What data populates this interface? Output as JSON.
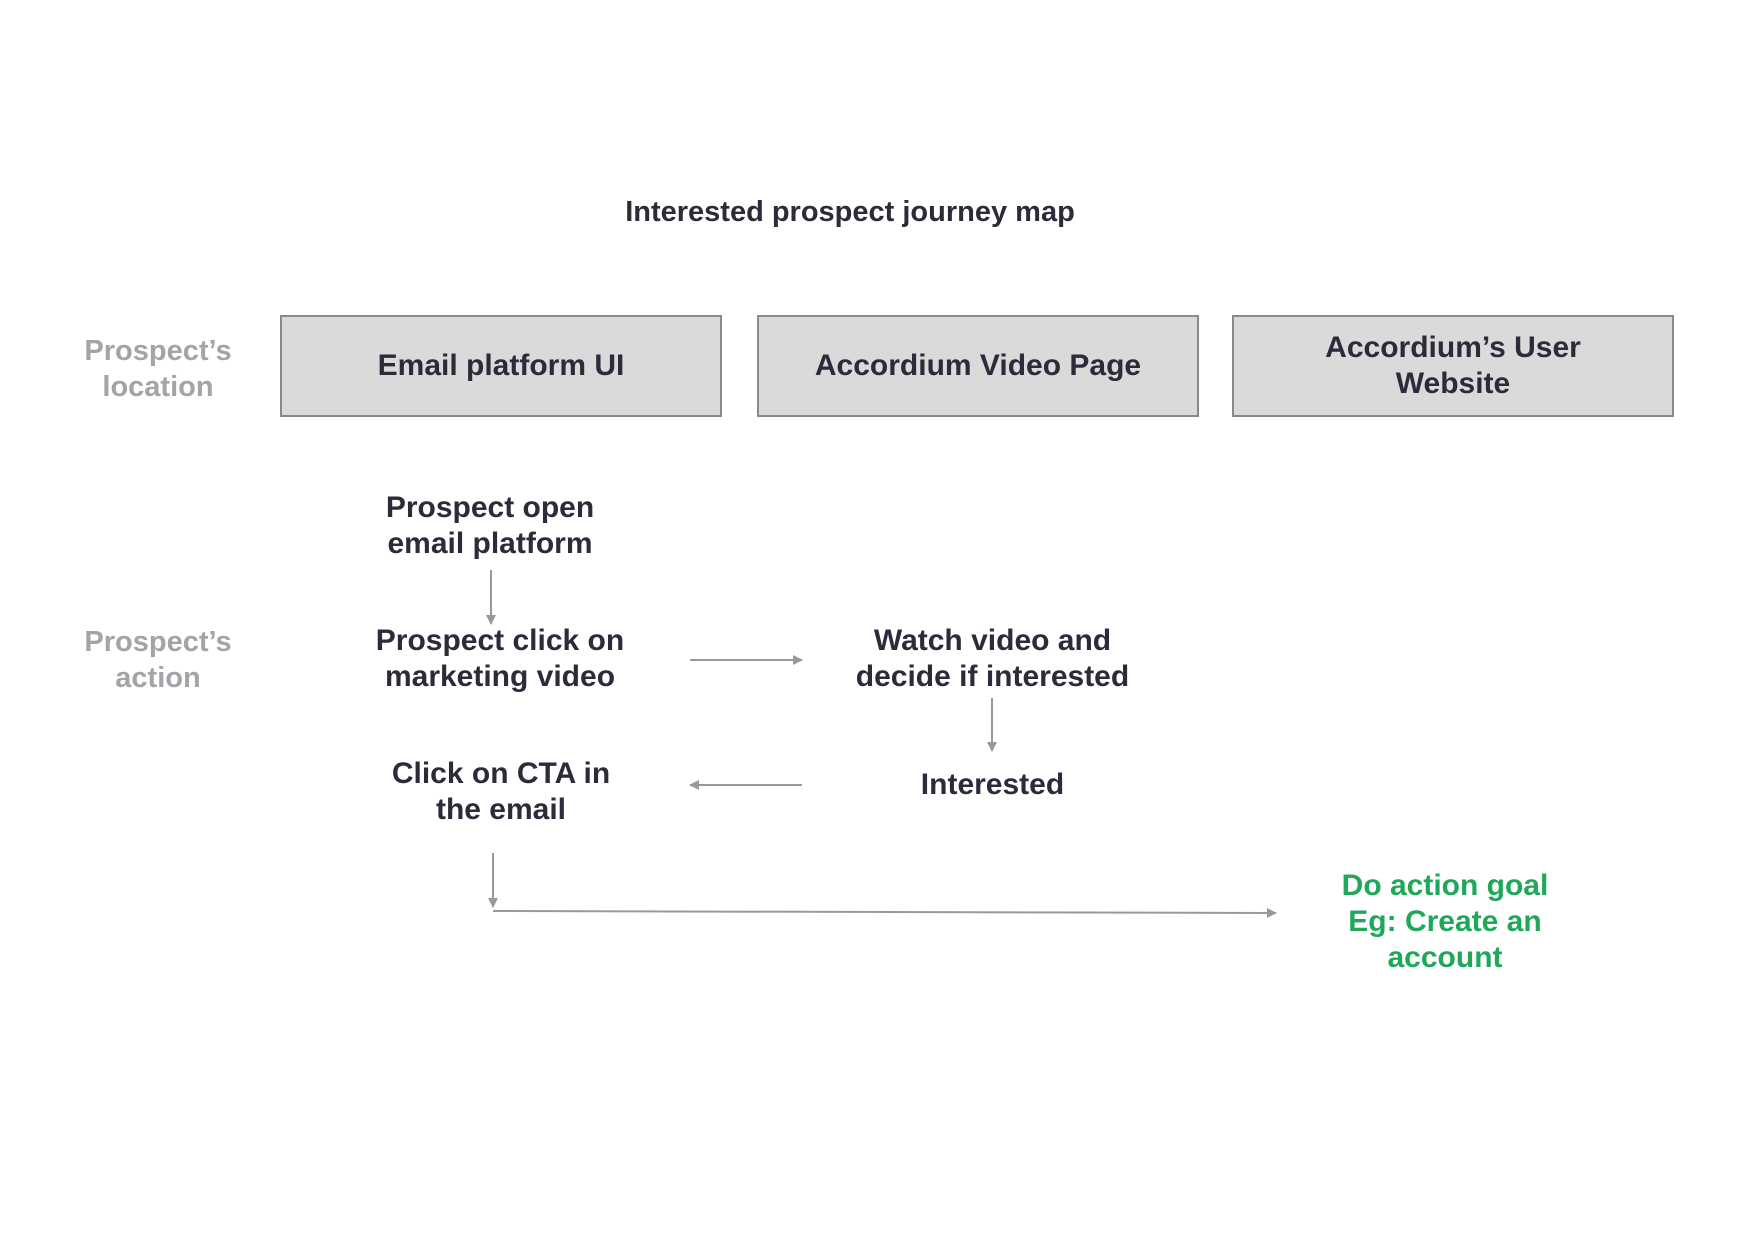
{
  "title": "Interested prospect journey map",
  "row_labels": {
    "location": "Prospect’s\nlocation",
    "action": "Prospect’s\naction"
  },
  "locations": [
    {
      "label": "Email platform UI"
    },
    {
      "label": "Accordium Video Page"
    },
    {
      "label": "Accordium’s User\nWebsite"
    }
  ],
  "steps": {
    "open_email": "Prospect open\nemail platform",
    "click_video": "Prospect click on\nmarketing video",
    "watch_video": "Watch video and\ndecide if interested",
    "interested": "Interested",
    "click_cta": "Click on CTA in\nthe email",
    "goal": "Do action goal\nEg: Create an\naccount"
  },
  "colors": {
    "text": "#2b2b3a",
    "muted_label": "#a3a3a8",
    "box_fill": "#dadada",
    "box_border": "#8a8a8a",
    "arrow": "#999999",
    "goal": "#1fa85a"
  }
}
